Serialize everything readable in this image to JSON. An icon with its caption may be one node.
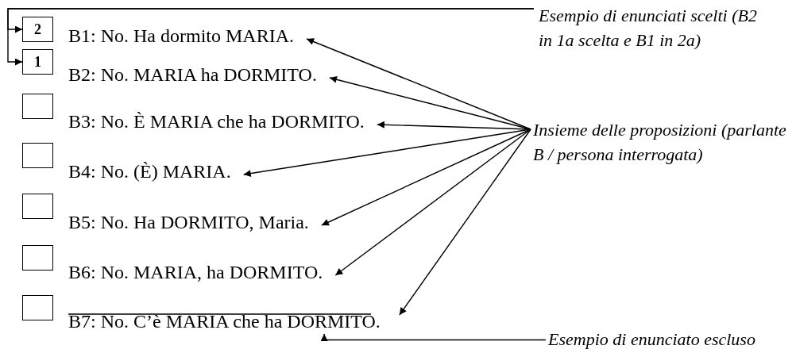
{
  "diagram": {
    "nodes": [
      {
        "text": [
          "2"
        ]
      },
      {
        "text": [
          "1"
        ]
      },
      {
        "text": [],
        "shape": "box"
      },
      {
        "text": [],
        "shape": "box"
      },
      {
        "text": [],
        "shape": "box"
      },
      {
        "text": [],
        "shape": "box"
      },
      {
        "text": [],
        "shape": "box"
      },
      {
        "text": [
          "B1: No. Ha dormito MARIA."
        ]
      },
      {
        "text": [
          "B2: No. MARIA ha DORMITO."
        ]
      },
      {
        "text": [
          "B3: No. È MARIA che ha DORMITO."
        ]
      },
      {
        "text": [
          "B4: No. (È) MARIA."
        ]
      },
      {
        "text": [
          "B5: No. Ha DORMITO, Maria."
        ]
      },
      {
        "text": [
          "B6: No. MARIA, ha DORMITO."
        ]
      },
      {
        "text": [
          "B7: No. C’è MARIA che ha DORMITO."
        ]
      },
      {
        "text": [
          "Esempio di enunciati scelti (B2 in 1a scelta e B1 in 2a)"
        ]
      },
      {
        "text": [
          "Insieme delle proposizioni (parlante B / persona interrogata)"
        ]
      },
      {
        "text": [
          "Esempio di enunciato escluso"
        ]
      }
    ],
    "edges": [
      {
        "from": 14,
        "to": 0,
        "arrow": "to"
      },
      {
        "from": 14,
        "to": 1,
        "arrow": "to"
      },
      {
        "from": 15,
        "to": 7,
        "arrow": "to"
      },
      {
        "from": 15,
        "to": 8,
        "arrow": "to"
      },
      {
        "from": 15,
        "to": 9,
        "arrow": "to"
      },
      {
        "from": 15,
        "to": 10,
        "arrow": "to"
      },
      {
        "from": 15,
        "to": 11,
        "arrow": "to"
      },
      {
        "from": 15,
        "to": 12,
        "arrow": "to"
      },
      {
        "from": 15,
        "to": 13,
        "arrow": "to"
      },
      {
        "from": 16,
        "to": 13,
        "arrow": "to"
      }
    ]
  }
}
